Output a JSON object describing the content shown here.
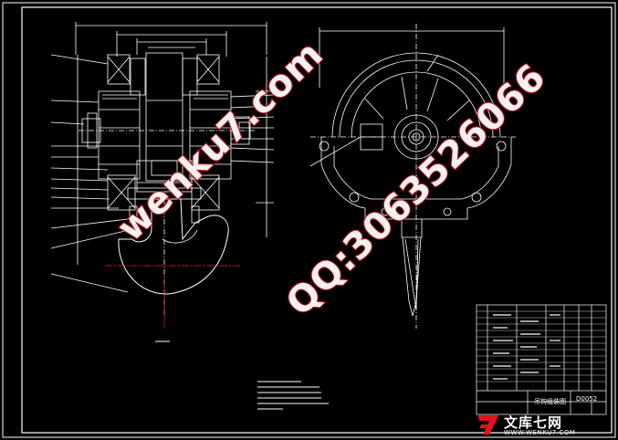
{
  "drawing": {
    "title_block": {
      "name": "吊钩组装图",
      "code": "D0052"
    },
    "watermarks": [
      "wenku7.com",
      "QQ:3063526066"
    ],
    "brand": {
      "cn": "文库七网",
      "en": "WWW.WENKU7.COM"
    },
    "colors": {
      "background": "#000000",
      "lines": "#ffffff",
      "centerline": "#ff2020",
      "watermark_outline": "#c8101a",
      "brand_red": "#e0141e"
    }
  }
}
